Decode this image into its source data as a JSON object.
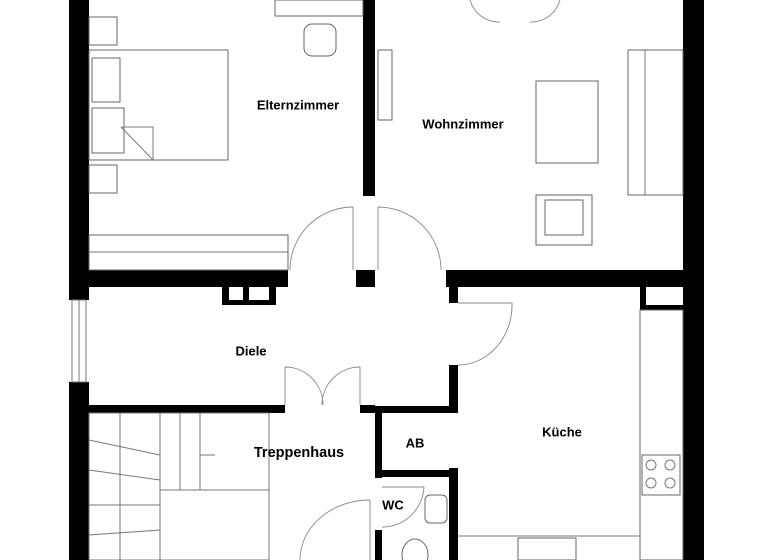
{
  "rooms": {
    "elternzimmer": "Elternzimmer",
    "wohnzimmer": "Wohnzimmer",
    "diele": "Diele",
    "treppenhaus": "Treppenhaus",
    "ab": "AB",
    "kueche": "Küche",
    "wc": "WC"
  },
  "colors": {
    "wall": "#000000",
    "background": "#ffffff"
  }
}
